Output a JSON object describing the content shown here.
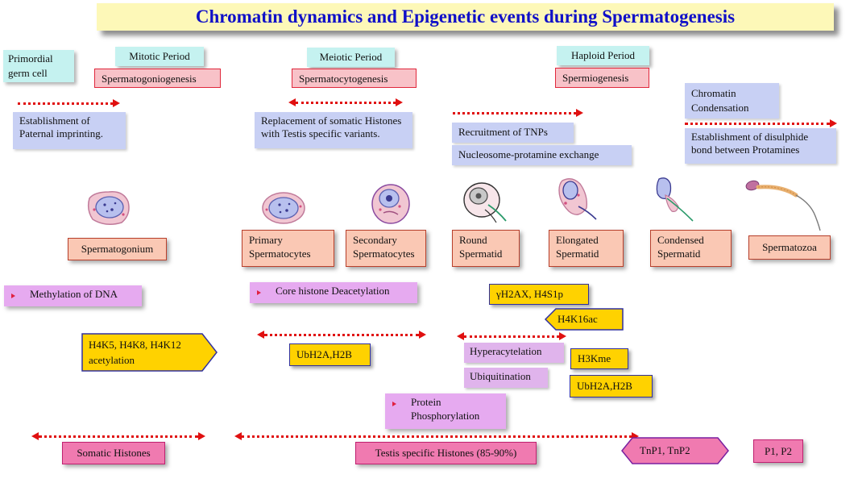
{
  "title": "Chromatin dynamics and Epigenetic events during Spermatogenesis",
  "periods": {
    "primordial": "Primordial germ cell",
    "mitotic": "Mitotic Period",
    "spermatogoniogenesis": "Spermatogoniogenesis",
    "meiotic": "Meiotic Period",
    "spermatocytogenesis": "Spermatocytogenesis",
    "haploid": "Haploid Period",
    "spermiogenesis": "Spermiogenesis",
    "chromatin_condensation": "Chromatin Condensation"
  },
  "events": {
    "paternal_imprinting": "Establishment of Paternal imprinting.",
    "histone_replacement": "Replacement of somatic Histones with Testis specific variants.",
    "tnp_recruitment": "Recruitment of TNPs",
    "protamine_exchange": "Nucleosome-protamine exchange",
    "disulphide": "Establishment of disulphide bond between Protamines"
  },
  "cells": [
    "Spermatogonium",
    "Primary Spermatocytes",
    "Secondary Spermatocytes",
    "Round Spermatid",
    "Elongated Spermatid",
    "Condensed Spermatid",
    "Spermatozoa"
  ],
  "modifications": {
    "dna_methylation": "Methylation of DNA",
    "core_deacetylation": "Core histone Deacetylation",
    "h2ax": "γH2AX, H4S1p",
    "h4k16ac": "H4K16ac",
    "h4_acetylation": "H4K5, H4K8, H4K12 acetylation",
    "ubh2a_1": "UbH2A,H2B",
    "hyperacetylation": "Hyperacytelation",
    "h3kme": "H3Kme",
    "ubiquitination": "Ubiquitination",
    "ubh2a_2": "UbH2A,H2B",
    "phosphorylation": "Protein Phosphorylation"
  },
  "histones": {
    "somatic": "Somatic Histones",
    "testis": "Testis specific Histones (85-90%)",
    "tnp": "TnP1, TnP2",
    "protamine": "P1, P2"
  },
  "colors": {
    "title_text": "#1010c8",
    "title_bg": "#fdf8b8",
    "arrow": "#e01010",
    "gold": "#ffd200",
    "hotpink": "#f07ab0"
  }
}
